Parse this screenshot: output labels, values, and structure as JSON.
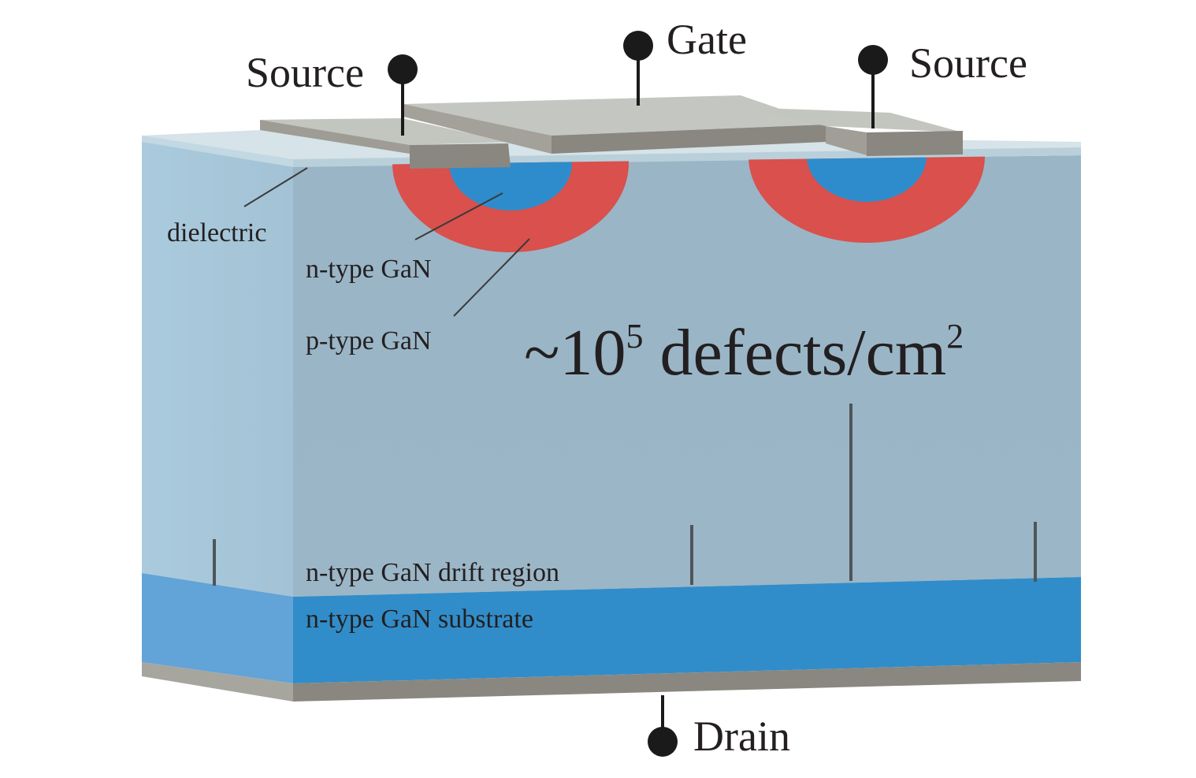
{
  "terminals": {
    "source_left": "Source",
    "gate": "Gate",
    "source_right": "Source",
    "drain": "Drain"
  },
  "labels": {
    "dielectric": "dielectric",
    "n_type": "n-type GaN",
    "p_type": "p-type GaN",
    "drift_region": "n-type GaN drift region",
    "substrate": "n-type GaN substrate"
  },
  "defect_density": {
    "prefix": "~10",
    "exponent": "5",
    "unit": " defects/cm",
    "unit_exponent": "2"
  },
  "colors": {
    "drift_front": "#9bb6c7",
    "drift_side": "#a8c7d9",
    "substrate_front": "#318dc9",
    "substrate_side": "#62a3d8",
    "p_type_gan": "#d9504c",
    "n_type_gan": "#2f8ccc",
    "metal_top": "#c4c6c1",
    "metal_front": "#8a8780",
    "dielectric": "#d8e5ea",
    "defect_line": "#4f5559",
    "pin": "#1a1a1a",
    "text": "#231f20"
  }
}
